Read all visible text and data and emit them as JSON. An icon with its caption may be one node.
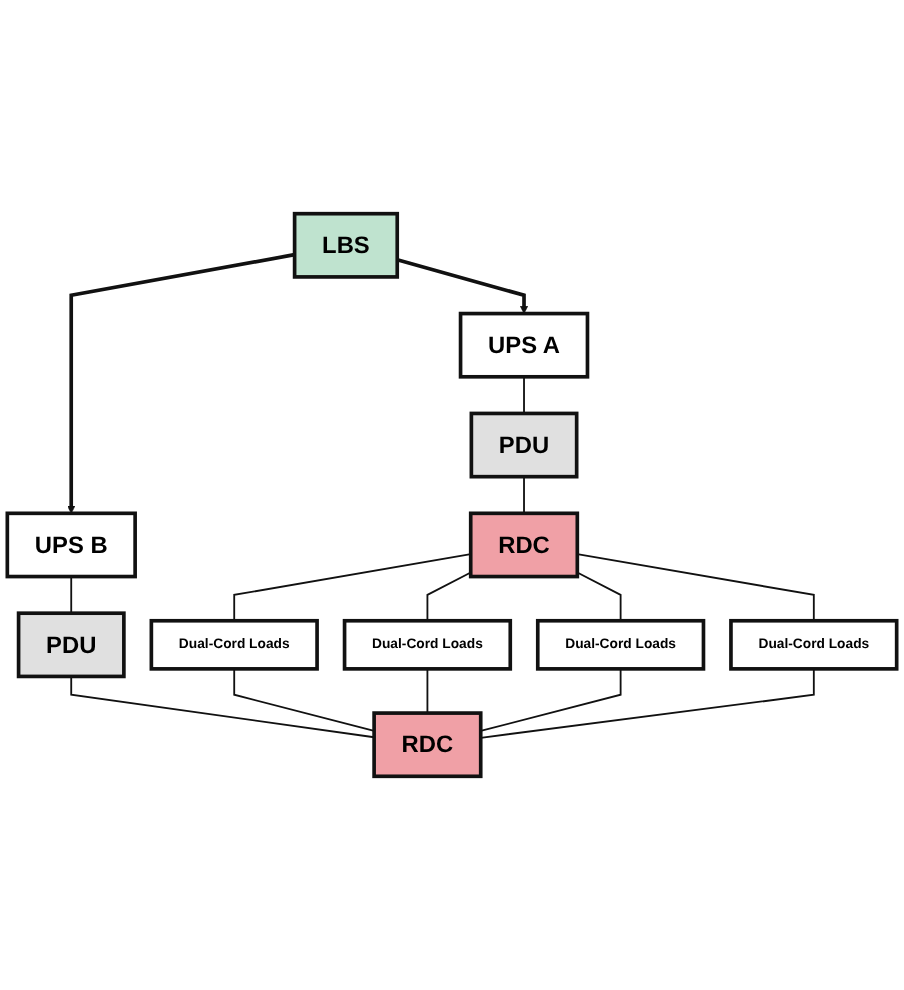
{
  "diagram": {
    "nodes": [
      {
        "text": [
          "UPS A"
        ]
      },
      {
        "text": [
          "LBS"
        ]
      },
      {
        "text": [
          "UPS B"
        ]
      },
      {
        "text": [
          "PDU"
        ]
      },
      {
        "text": [
          "PDU"
        ]
      },
      {
        "text": [
          "RDC"
        ]
      },
      {
        "text": [
          "Dual-Cord Loads"
        ]
      },
      {
        "text": [
          "RDC"
        ]
      },
      {
        "text": [
          "Dual-Cord Loads"
        ]
      },
      {
        "text": [
          "Dual-Cord Loads"
        ]
      },
      {
        "text": [
          "Dual-Cord Loads"
        ]
      }
    ],
    "edges": [
      {
        "from": 1,
        "to": 0,
        "arrow": "to"
      },
      {
        "from": 1,
        "to": 2,
        "arrow": "to"
      },
      {
        "from": 0,
        "to": 3,
        "arrow": "none"
      },
      {
        "from": 2,
        "to": 4,
        "arrow": "none"
      },
      {
        "from": 3,
        "to": 5,
        "arrow": "none"
      },
      {
        "from": 4,
        "to": 7,
        "arrow": "none"
      },
      {
        "from": 5,
        "to": 6,
        "arrow": "none"
      },
      {
        "from": 5,
        "to": 8,
        "arrow": "none"
      },
      {
        "from": 5,
        "to": 9,
        "arrow": "none"
      },
      {
        "from": 5,
        "to": 10,
        "arrow": "none"
      },
      {
        "from": 7,
        "to": 6,
        "arrow": "none"
      },
      {
        "from": 7,
        "to": 8,
        "arrow": "none"
      },
      {
        "from": 7,
        "to": 9,
        "arrow": "none"
      },
      {
        "from": 7,
        "to": 10,
        "arrow": "none"
      }
    ]
  }
}
